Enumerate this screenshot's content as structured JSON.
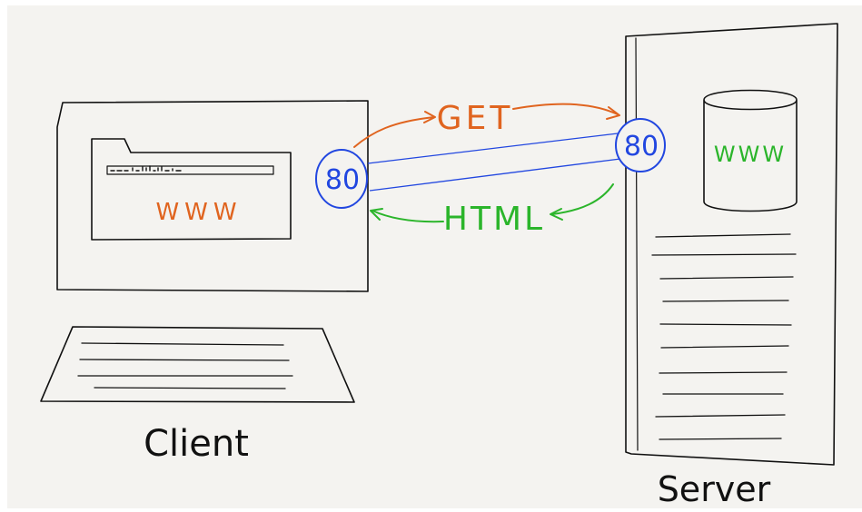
{
  "colors": {
    "background": "#f4f3f0",
    "ink": "#111111",
    "get": "#e0641f",
    "html": "#2bb52b",
    "port": "#2247e0"
  },
  "client": {
    "label": "Client",
    "browser_text": "WWW"
  },
  "server": {
    "label": "Server",
    "db_text": "WWW"
  },
  "ports": {
    "client": "80",
    "server": "80"
  },
  "arrows": {
    "request": "GET",
    "response": "HTML"
  }
}
